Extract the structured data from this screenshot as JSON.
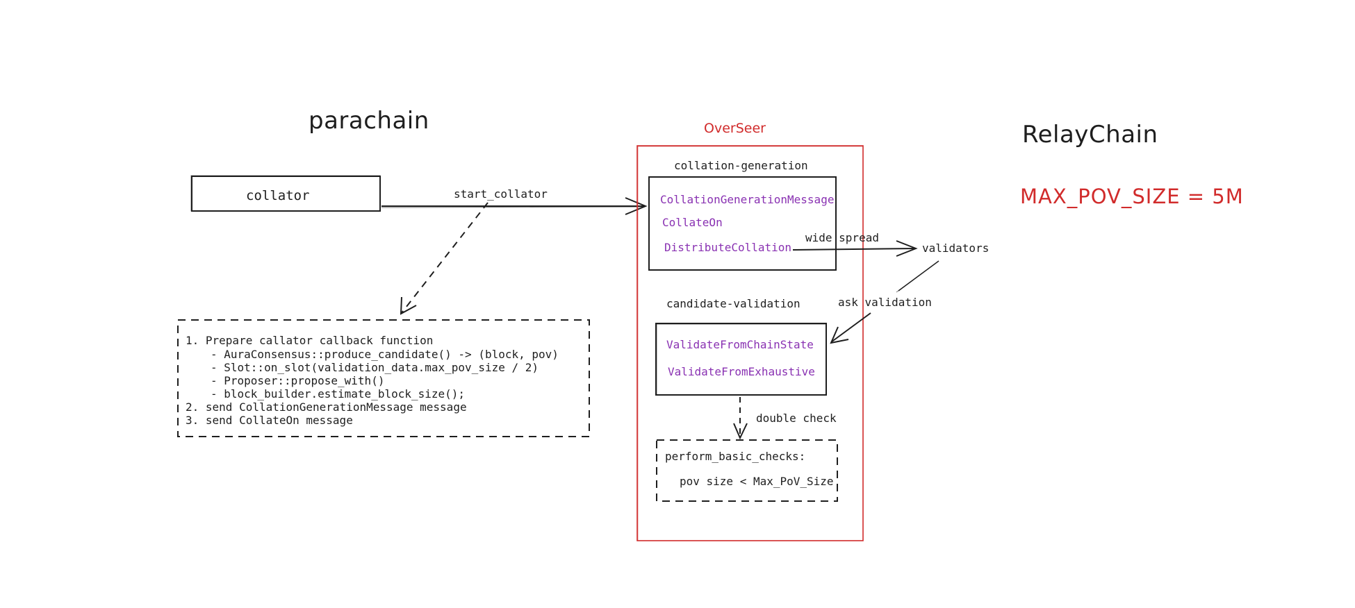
{
  "colors": {
    "ink": "#1e1e1e",
    "accent_red": "#d12b2b",
    "message_purple": "#8931b2"
  },
  "sections": {
    "parachain": "parachain",
    "overseer": "OverSeer",
    "relaychain": "RelayChain"
  },
  "constant": "MAX_POV_SIZE = 5M",
  "collator": {
    "label": "collator"
  },
  "edges": {
    "start_collator": "start_collator",
    "wide_spread": "wide spread",
    "ask_validation": "ask validation",
    "double_check": "double check"
  },
  "collator_steps": [
    "1. Prepare callator callback function",
    "- AuraConsensus::produce_candidate() -> (block, pov)",
    "- Slot::on_slot(validation_data.max_pov_size / 2)",
    "- Proposer::propose_with()",
    "- block_builder.estimate_block_size();",
    "2. send CollationGenerationMessage message",
    "3. send CollateOn message"
  ],
  "collation_generation": {
    "title": "collation-generation",
    "messages": [
      "CollationGenerationMessage",
      "CollateOn",
      "DistributeCollation"
    ]
  },
  "validators": {
    "label": "validators"
  },
  "candidate_validation": {
    "title": "candidate-validation",
    "messages": [
      "ValidateFromChainState",
      "ValidateFromExhaustive"
    ]
  },
  "basic_checks": {
    "title": "perform_basic_checks:",
    "condition": "pov size < Max_PoV_Size"
  }
}
